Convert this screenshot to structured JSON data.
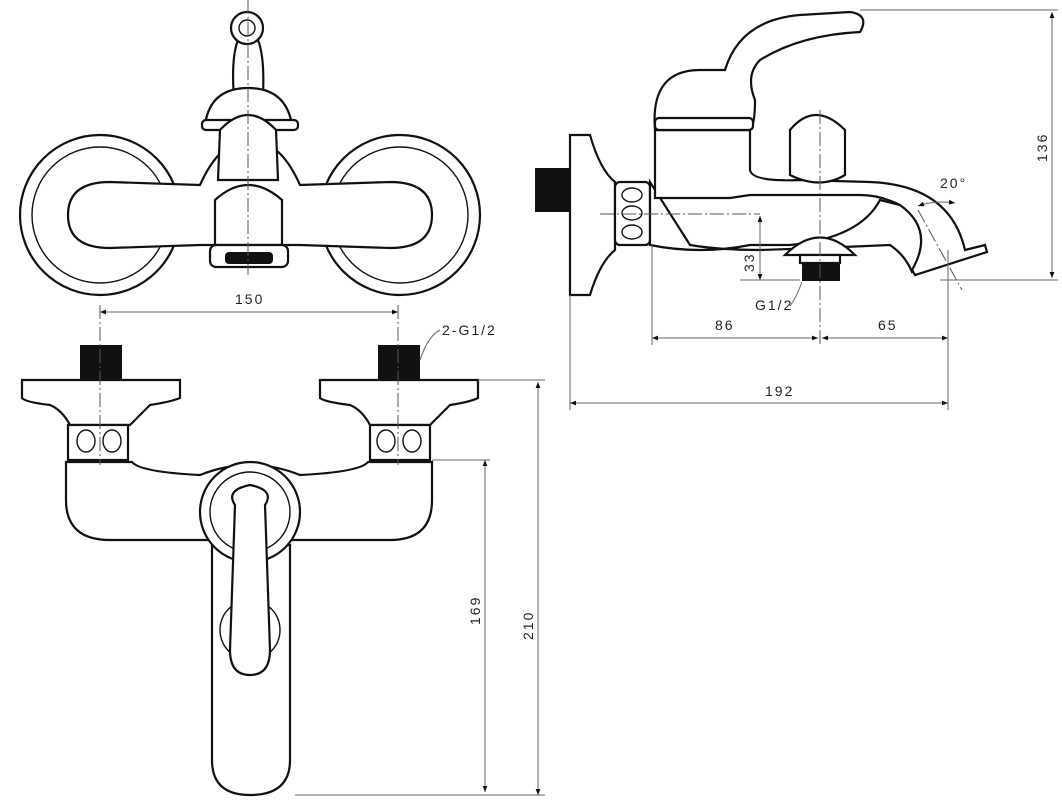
{
  "dimensions": {
    "inlet_spacing": "150",
    "inlet_thread": "2-G1/2",
    "height_overall": "136",
    "spout_angle": "20°",
    "outlet_height": "33",
    "outlet_thread": "G1/2",
    "wall_to_outlet": "86",
    "outlet_to_spout": "65",
    "total_depth": "192",
    "body_height": "169",
    "total_height": "210"
  }
}
